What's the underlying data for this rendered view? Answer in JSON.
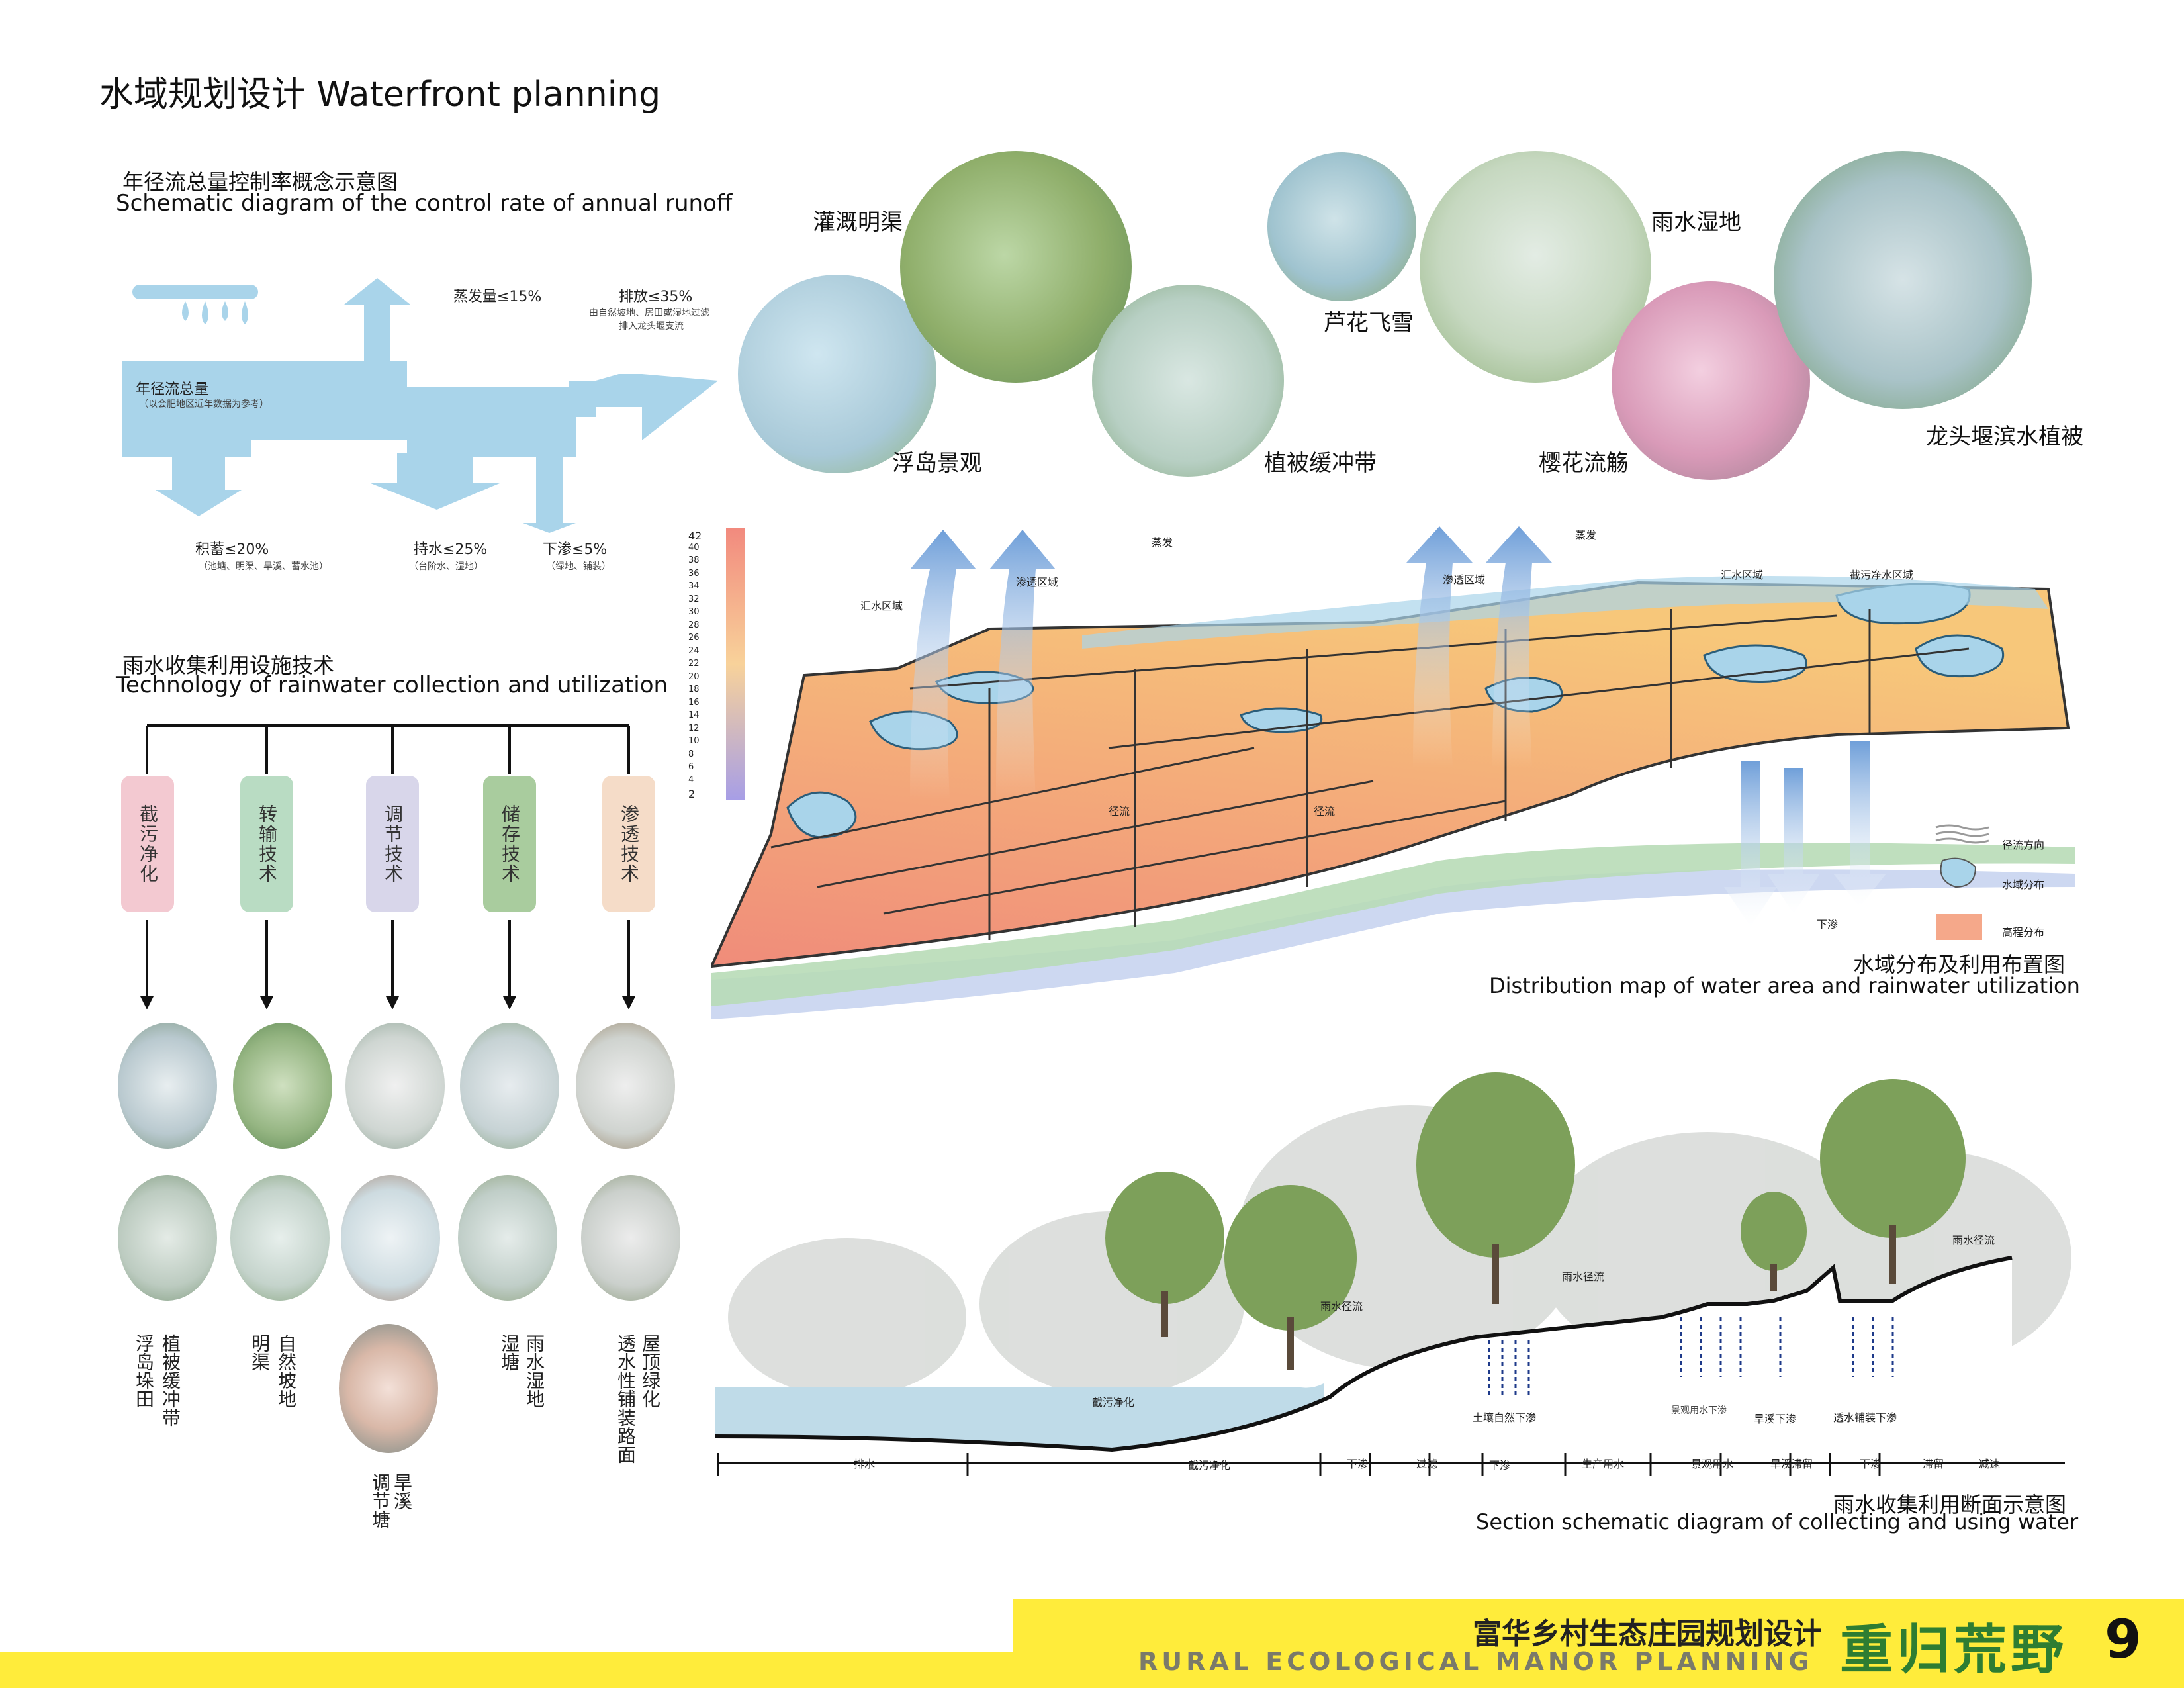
{
  "page": {
    "title": "水域规划设计 Waterfront planning",
    "page_number": "9"
  },
  "runoff": {
    "title_cn": "年径流总量控制率概念示意图",
    "title_en": "Schematic diagram of the control rate of annual runoff",
    "total_label": "年径流总量",
    "total_note": "（以会肥地区近年数据为参考）",
    "evaporation": "蒸发量≤15%",
    "discharge": "排放≤35%",
    "discharge_note1": "由自然坡地、房田或湿地过滤",
    "discharge_note2": "排入龙头堰支流",
    "storage": "积蓄≤20%",
    "storage_note": "（池塘、明渠、旱溪、蓄水池）",
    "retention": "持水≤25%",
    "retention_note": "（台阶水、湿地）",
    "infiltration": "下渗≤5%",
    "infiltration_note": "（绿地、铺装）"
  },
  "photos": {
    "irrigation_canal": "灌溉明渠",
    "floating_island": "浮岛景观",
    "vegetation_buffer": "植被缓冲带",
    "reed_snow": "芦花飞雪",
    "rain_wetland": "雨水湿地",
    "cherry_stream": "樱花流觞",
    "riverside_vegetation": "龙头堰滨水植被"
  },
  "rainwater": {
    "title_cn": "雨水收集利用设施技术",
    "title_en": "Technology of rainwater collection and utilization",
    "techs": [
      "截污净化",
      "转输技术",
      "调节技术",
      "储存技术",
      "渗透技术"
    ],
    "labels": {
      "a": "植被缓冲带",
      "b": "浮岛垛田",
      "c": "自然坡地",
      "d": "明渠",
      "e": "旱溪",
      "f": "调节塘",
      "g": "雨水湿地",
      "h": "湿塘",
      "i": "屋顶绿化",
      "j": "透水性铺装路面"
    }
  },
  "map": {
    "caption_cn": "水域分布及利用布置图",
    "caption_en": "Distribution map of water area and rainwater utilization",
    "scale_ticks": [
      "42",
      "40",
      "38",
      "36",
      "34",
      "32",
      "30",
      "28",
      "26",
      "24",
      "22",
      "20",
      "18",
      "16",
      "14",
      "12",
      "10",
      "8",
      "6",
      "4",
      "2"
    ],
    "evap1": "蒸发",
    "evap2": "蒸发",
    "infiltration_zone1": "渗透区域",
    "infiltration_zone2": "渗透区域",
    "catchment1": "汇水区域",
    "catchment2": "汇水区域",
    "purification_zone": "截污净水区域",
    "runoff1": "径流",
    "runoff2": "径流",
    "seepage": "下渗",
    "legend_flow": "径流方向",
    "legend_water": "水域分布",
    "legend_elev": "高程分布"
  },
  "section": {
    "caption_cn": "雨水收集利用断面示意图",
    "caption_en": "Section schematic diagram of collecting and using water",
    "runoff_a": "雨水径流",
    "runoff_b": "雨水径流",
    "runoff_c": "雨水径流",
    "purify": "截污净化",
    "soil_seepage": "土壤自然下渗",
    "landscape_seepage": "景观用水下渗",
    "dry_creek_seepage": "旱溪下渗",
    "paving_seepage": "透水铺装下渗",
    "zones": [
      "排水",
      "截污净化",
      "下渗",
      "过滤",
      "下渗",
      "生产用水",
      "景观用水",
      "旱溪滞留",
      "下渗",
      "滞留",
      "减速"
    ]
  },
  "footer": {
    "project_cn": "富华乡村生态庄园规划设计",
    "project_en": "RURAL ECOLOGICAL MANOR PLANNING",
    "slogan": "重归荒野"
  },
  "colors": {
    "water_blue": "#a9d4ea",
    "footer_yellow": "#ffec3b",
    "elev_low": "#f7c77a",
    "elev_high": "#f08c7a"
  }
}
